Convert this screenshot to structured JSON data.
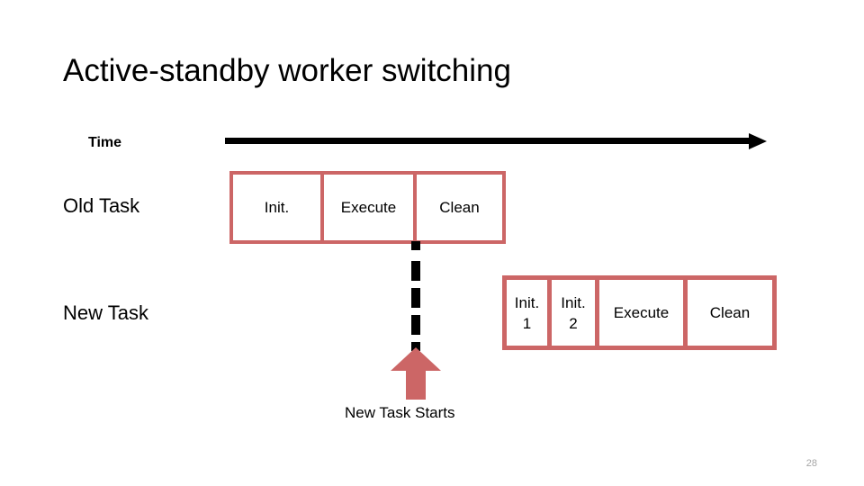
{
  "slide": {
    "title": "Active-standby worker switching",
    "page_number": "28",
    "background_color": "#ffffff"
  },
  "axis": {
    "label": "Time",
    "arrow_direction": "right"
  },
  "colors": {
    "init": "#cc6666",
    "execute": "#0ea04f",
    "clean": "#4a7ebb",
    "connector": "#000000",
    "start_arrow": "#cc6666",
    "page_number": "#a6a6a6"
  },
  "rows": [
    {
      "id": "old-task",
      "label": "Old Task",
      "boxes": [
        {
          "label": "Init.",
          "sub": "",
          "color_key": "init"
        },
        {
          "label": "Execute",
          "sub": "",
          "color_key": "execute"
        },
        {
          "label": "Clean",
          "sub": "",
          "color_key": "clean"
        }
      ]
    },
    {
      "id": "new-task",
      "label": "New Task",
      "boxes": [
        {
          "label": "Init.",
          "sub": "1",
          "color_key": "init"
        },
        {
          "label": "Init.",
          "sub": "2",
          "color_key": "init"
        },
        {
          "label": "Execute",
          "sub": "",
          "color_key": "execute"
        },
        {
          "label": "Clean",
          "sub": "",
          "color_key": "clean"
        }
      ]
    }
  ],
  "annotation": {
    "caption": "New Task Starts",
    "connector_style": "dashed-vertical"
  }
}
